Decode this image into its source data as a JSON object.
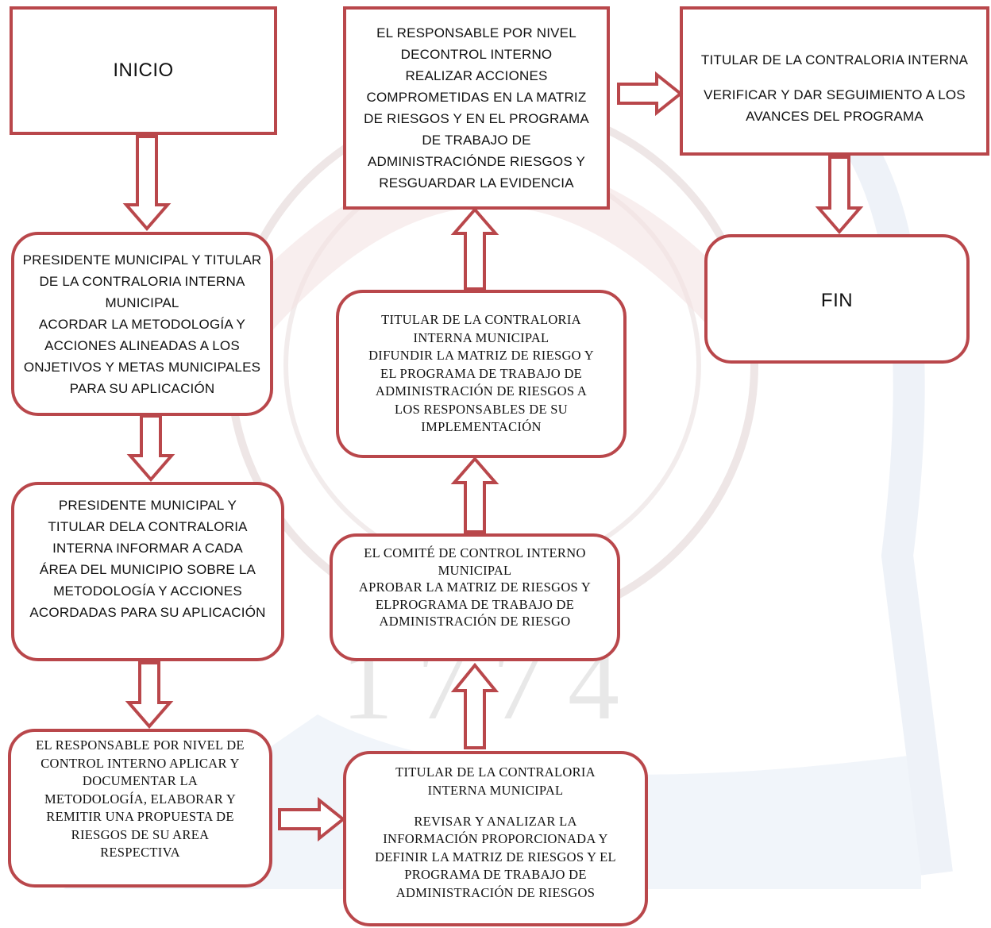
{
  "nodes": {
    "inicio": {
      "lines": [
        "INICIO"
      ]
    },
    "presidente_acordar": {
      "lines": [
        "PRESIDENTE MUNICIPAL Y TITULAR",
        "DE LA CONTRALORIA INTERNA",
        "MUNICIPAL",
        "ACORDAR LA METODOLOGÍA Y",
        "ACCIONES ALINEADAS A LOS",
        "ONJETIVOS Y METAS MUNICIPALES",
        "PARA SU APLICACIÓN"
      ]
    },
    "presidente_informar": {
      "lines": [
        "PRESIDENTE MUNICIPAL Y",
        "TITULAR DELA CONTRALORIA",
        "INTERNA INFORMAR A CADA",
        "ÁREA DEL MUNICIPIO SOBRE LA",
        "METODOLOGÍA Y ACCIONES",
        "ACORDADAS PARA SU APLICACIÓN"
      ]
    },
    "responsable_aplicar": {
      "lines": [
        "EL RESPONSABLE POR NIVEL DE",
        "CONTROL INTERNO APLICAR Y",
        "DOCUMENTAR LA",
        "METODOLOGÍA, ELABORAR Y",
        "REMITIR UNA PROPUESTA DE",
        "RIESGOS DE SU AREA",
        "RESPECTIVA"
      ]
    },
    "titular_revisar": {
      "lines": [
        "TITULAR DE LA CONTRALORIA",
        "INTERNA MUNICIPAL",
        "",
        "REVISAR Y ANALIZAR LA",
        "INFORMACIÓN PROPORCIONADA Y",
        "DEFINIR LA MATRIZ DE RIESGOS Y EL",
        "PROGRAMA DE TRABAJO DE",
        "ADMINISTRACIÓN DE RIESGOS"
      ]
    },
    "comite_aprobar": {
      "lines": [
        "EL COMITÉ DE CONTROL INTERNO",
        "MUNICIPAL",
        "APROBAR LA MATRIZ DE RIESGOS Y",
        "ELPROGRAMA DE TRABAJO DE",
        "ADMINISTRACIÓN DE RIESGO"
      ]
    },
    "titular_difundir": {
      "lines": [
        "TITULAR DE LA CONTRALORIA",
        "INTERNA MUNICIPAL",
        "DIFUNDIR LA MATRIZ DE RIESGO Y",
        "EL PROGRAMA DE TRABAJO DE",
        "ADMINISTRACIÓN DE RIESGOS A",
        "LOS RESPONSABLES DE SU",
        "IMPLEMENTACIÓN"
      ]
    },
    "responsable_realizar": {
      "lines": [
        "EL RESPONSABLE POR NIVEL",
        "DECONTROL INTERNO",
        "REALIZAR ACCIONES",
        "COMPROMETIDAS EN LA MATRIZ",
        "DE RIESGOS Y EN EL PROGRAMA",
        "DE TRABAJO DE",
        "ADMINISTRACIÓNDE RIESGOS Y",
        "RESGUARDAR LA EVIDENCIA"
      ]
    },
    "titular_verificar": {
      "lines": [
        "TITULAR DE LA CONTRALORIA INTERNA",
        "",
        "VERIFICAR Y DAR SEGUIMIENTO A LOS",
        "AVANCES DEL PROGRAMA"
      ]
    },
    "fin": {
      "lines": [
        "FIN"
      ]
    }
  },
  "watermark": {
    "year": "1774"
  },
  "colors": {
    "box_border": "#b9474b",
    "arrow_border": "#b9474b",
    "background": "#ffffff"
  }
}
